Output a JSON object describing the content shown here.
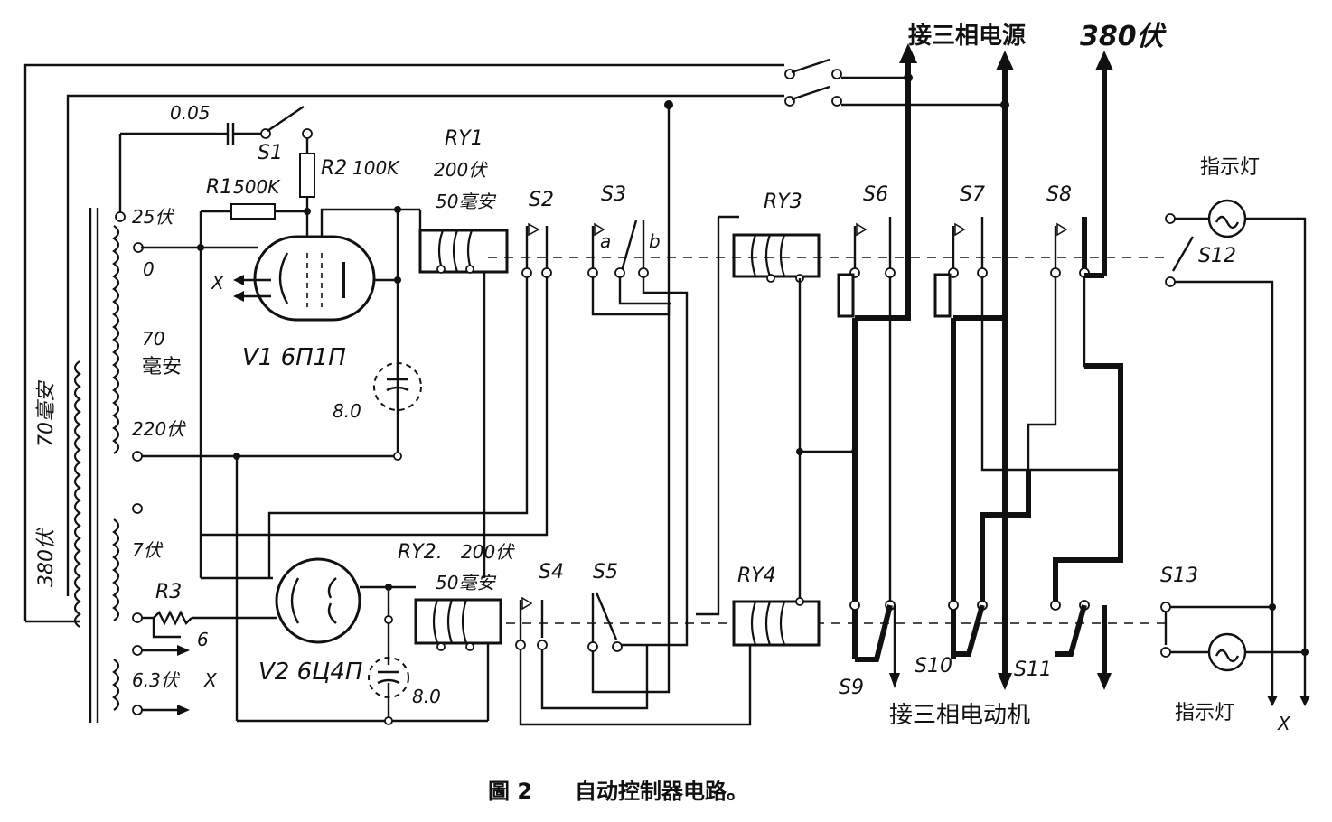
{
  "figure": {
    "caption_number": "圖 2",
    "caption_title": "自动控制器电路。"
  },
  "power": {
    "supply_label": "接三相电源",
    "supply_voltage": "380伏",
    "motor_label": "接三相电动机"
  },
  "transformer": {
    "tap_25v": "25伏",
    "tap_0": "0",
    "tap_70ma": "70",
    "tap_70ma_unit": "毫安",
    "tap_220v": "220伏",
    "tap_7v": "7伏",
    "tap_6": "6",
    "tap_63v": "6.3伏",
    "x_mark": "X",
    "primary_label": "380伏",
    "primary_current": "70毫安"
  },
  "components": {
    "cap_005": "0.05",
    "s1": "S1",
    "r1": "R1",
    "r1_value": "500K",
    "r2": "R2",
    "r2_value": "100K",
    "r3": "R3",
    "v1": "V1 6П1П",
    "v2": "V2 6Ц4П",
    "c1_value": "8.0",
    "c2_value": "8.0",
    "x_v1": "X",
    "ry1": "RY1",
    "ry1_spec1": "200伏",
    "ry1_spec2": "50毫安",
    "ry2": "RY2.",
    "ry2_spec1": "200伏",
    "ry2_spec2": "50毫安",
    "ry3": "RY3",
    "ry4": "RY4",
    "s2": "S2",
    "s3": "S3",
    "s3_a": "a",
    "s3_b": "b",
    "s4": "S4",
    "s5": "S5",
    "s6": "S6",
    "s7": "S7",
    "s8": "S8",
    "s9": "S9",
    "s10": "S10",
    "s11": "S11",
    "s12": "S12",
    "s13": "S13",
    "lamp_top": "指示灯",
    "lamp_bottom": "指示灯",
    "x_bottom": "X"
  }
}
